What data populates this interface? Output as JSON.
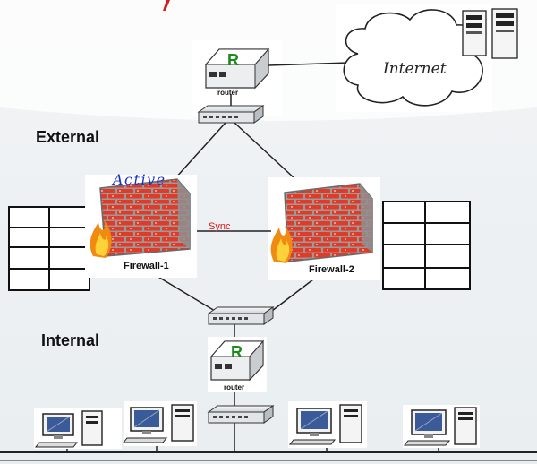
{
  "zones": {
    "external": "External",
    "internal": "Internal"
  },
  "cloud": {
    "label": "Internet"
  },
  "routers": {
    "top": "router",
    "bottom": "router"
  },
  "router_glyph": "R",
  "firewalls": {
    "left": {
      "name": "Firewall-1",
      "status": "Active"
    },
    "right": {
      "name": "Firewall-2"
    }
  },
  "sync": {
    "label": "Sync"
  },
  "colors": {
    "brick": "#e03a28",
    "mortar": "#8c8c8c",
    "sync_text": "#e01010",
    "active_text": "#1a32c8",
    "router_glyph": "#1c8a1c"
  }
}
